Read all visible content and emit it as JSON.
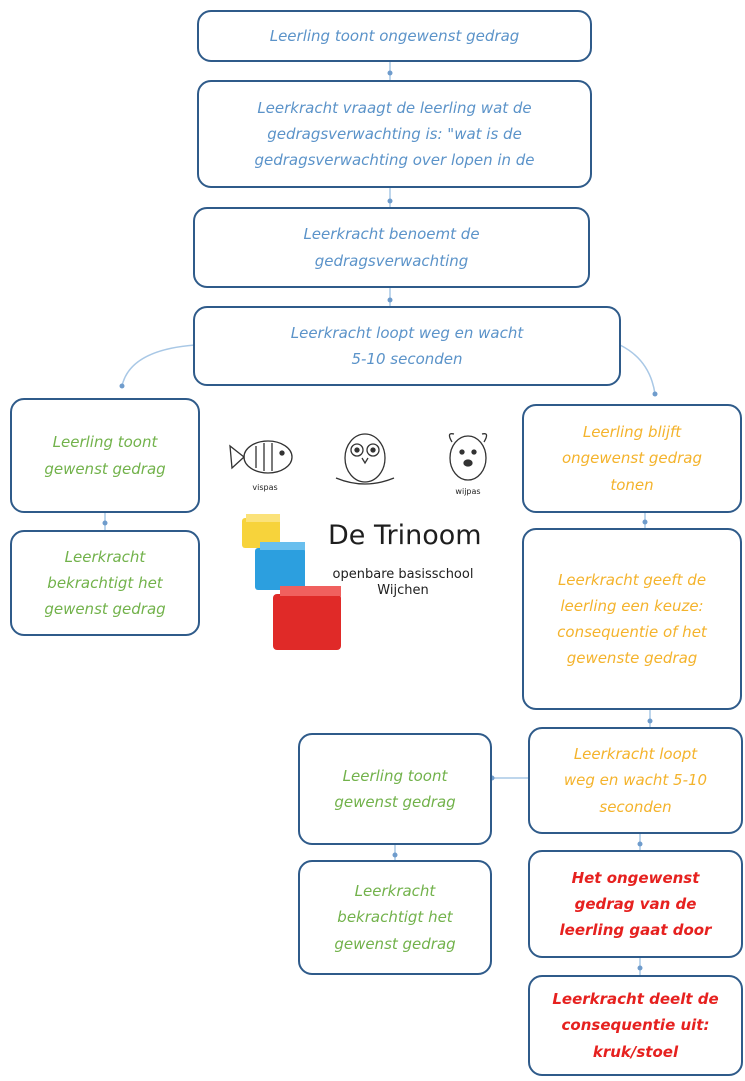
{
  "flowchart": {
    "box1": "Leerling toont ongewenst gedrag",
    "box2": "Leerkracht vraagt de leerling wat de gedragsverwachting is: \"wat is de gedragsverwachting over lopen in de",
    "box3": "Leerkracht benoemt de gedragsverwachting",
    "box4": "Leerkracht loopt weg en wacht 5-10 seconden",
    "left1": "Leerling toont gewenst gedrag",
    "left2": "Leerkracht bekrachtigt het gewenst gedrag",
    "right1": "Leerling blijft ongewenst gedrag tonen",
    "right2": "Leerkracht geeft de leerling een keuze: consequentie of het gewenste gedrag",
    "right3": "Leerkracht loopt weg en wacht 5-10 seconden",
    "right4": "Het ongewenst gedrag van de leerling gaat door",
    "right5": "Leerkracht deelt de consequentie uit: kruk/stoel",
    "mid1": "Leerling toont gewenst gedrag",
    "mid2": "Leerkracht bekrachtigt het gewenst gedrag"
  },
  "logo": {
    "name": "De Trinoom",
    "subtitle_line1": "openbare basisschool",
    "subtitle_line2": "Wijchen",
    "mascot1": "vispas",
    "mascot2": "",
    "mascot3": "wijpas",
    "block_colors": [
      "#f7d33b",
      "#2c9fdf",
      "#e02a28"
    ]
  },
  "colors": {
    "border": "#2f5b8a",
    "blue_text": "#5b93c9",
    "green_text": "#72b24b",
    "orange_text": "#f4b32c",
    "red_text": "#e6211f"
  }
}
